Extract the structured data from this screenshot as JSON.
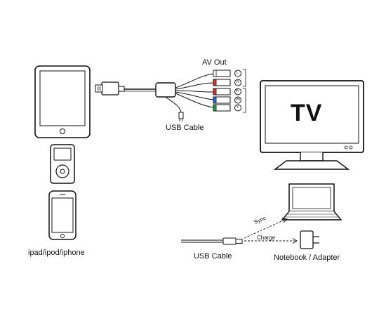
{
  "labels": {
    "av_out": "AV Out",
    "usb_cable_top": "USB Cable",
    "devices": "ipad/ipod/iphone",
    "tv": "TV",
    "sync": "Sync",
    "charge": "Charge",
    "usb_cable_bottom": "USB Cable",
    "notebook_adapter": "Notebook / Adapter"
  },
  "av_connectors": {
    "pins": [
      "L",
      "R",
      "Pr",
      "Pb",
      "Y"
    ],
    "colors": [
      "#ffffff",
      "#d9342b",
      "#d9342b",
      "#2d6fcc",
      "#2e9e4a"
    ]
  }
}
